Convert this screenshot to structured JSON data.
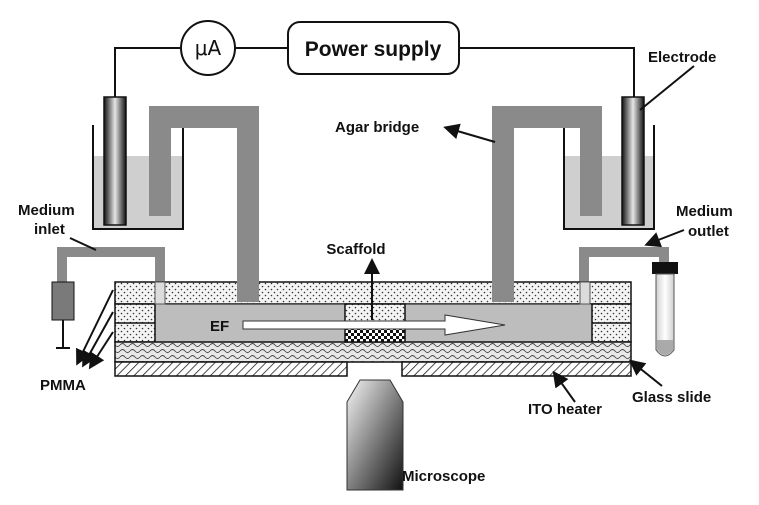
{
  "labels": {
    "ammeter": "μA",
    "power_supply": "Power supply",
    "electrode": "Electrode",
    "agar_bridge": "Agar bridge",
    "medium_inlet_line1": "Medium",
    "medium_inlet_line2": "inlet",
    "medium_outlet_line1": "Medium",
    "medium_outlet_line2": "outlet",
    "scaffold": "Scaffold",
    "ef": "EF",
    "pmma": "PMMA",
    "glass_slide": "Glass slide",
    "ito_heater": "ITO heater",
    "microscope": "Microscope"
  }
}
